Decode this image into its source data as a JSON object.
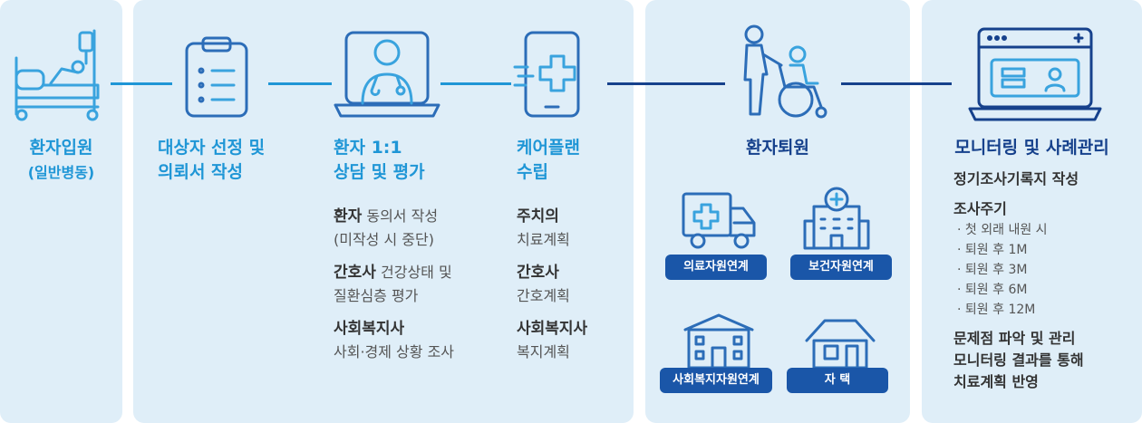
{
  "steps": [
    {
      "title_lines": [
        "환자입원",
        "(일반병동)"
      ]
    },
    {
      "title_lines": [
        "대상자 선정 및",
        "의뢰서 작성"
      ]
    },
    {
      "title_lines": [
        "환자 1:1",
        "상담 및 평가"
      ],
      "details": [
        {
          "role": "환자",
          "text": " 동의서 작성",
          "more": "(미작성 시 중단)"
        },
        {
          "role": "간호사",
          "text": " 건강상태 및",
          "more": "질환심층 평가"
        },
        {
          "role": "사회복지사",
          "text": "",
          "more": "사회·경제 상황 조사"
        }
      ]
    },
    {
      "title_lines": [
        "케어플랜",
        "수립"
      ],
      "details": [
        {
          "role": "주치의",
          "more": "치료계획"
        },
        {
          "role": "간호사",
          "more": "간호계획"
        },
        {
          "role": "사회복지사",
          "more": "복지계획"
        }
      ]
    },
    {
      "title_lines": [
        "환자퇴원"
      ]
    },
    {
      "title_lines": [
        "모니터링 및 사례관리"
      ]
    }
  ],
  "discharge_links": [
    "의료자원연계",
    "보건자원연계",
    "사회복지자원연계",
    "자 택"
  ],
  "monitoring": {
    "item1": "정기조사기록지 작성",
    "item2": "조사주기",
    "cycle": [
      "· 첫 외래 내원 시",
      "· 퇴원 후 1M",
      "· 퇴원 후 3M",
      "· 퇴원 후 6M",
      "· 퇴원 후 12M"
    ],
    "item3": "문제점 파악 및 관리",
    "item4_lines": [
      "모니터링 결과를 통해",
      "치료계획 반영"
    ]
  },
  "colors": {
    "light_blue": "#1f96d6",
    "dark_blue": "#16418c",
    "chip": "#1a56a8",
    "panel": "#dfeef8"
  },
  "icons": [
    "hospital-bed-icon",
    "clipboard-icon",
    "doctor-laptop-icon",
    "medical-tablet-icon",
    "wheelchair-discharge-icon",
    "monitor-profile-icon",
    "ambulance-icon",
    "hospital-building-icon",
    "welfare-building-icon",
    "house-icon"
  ]
}
